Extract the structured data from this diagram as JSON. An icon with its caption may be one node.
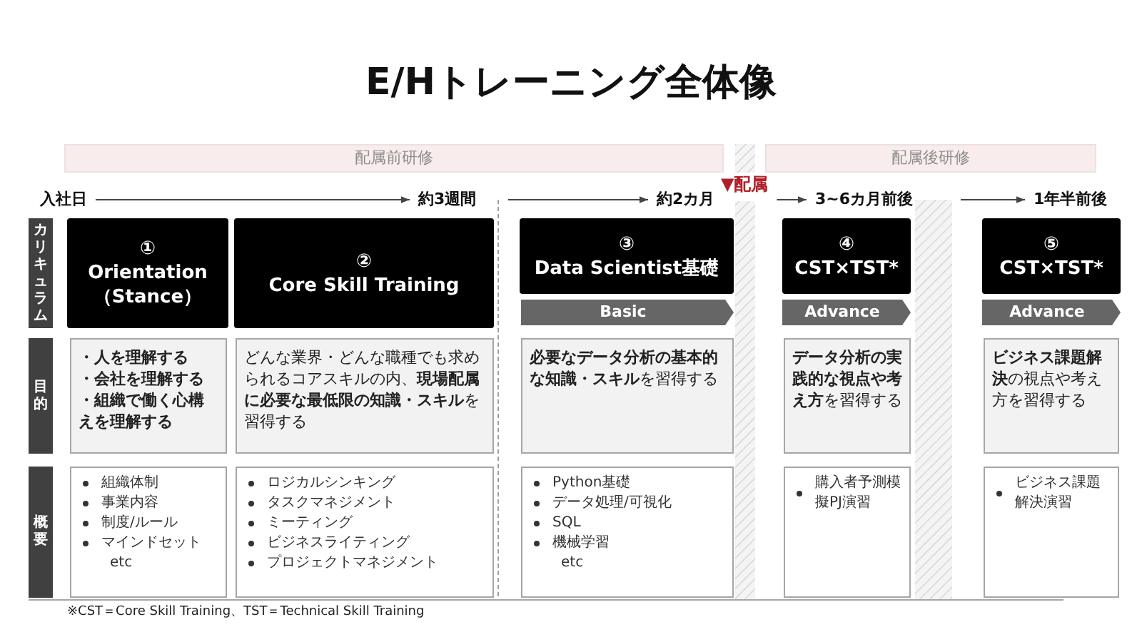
{
  "diagram": {
    "title": "E/Hトレーニング全体像",
    "nodes": [
      {
        "text": [
          "配属前研修"
        ]
      },
      {
        "text": [
          "配属後研修"
        ]
      },
      {
        "text": [
          "入社日"
        ]
      },
      {
        "text": [
          "約3週間"
        ]
      },
      {
        "text": [
          "約2カ月"
        ]
      },
      {
        "text": [
          "3~6カ月前後"
        ]
      },
      {
        "text": [
          "1年半前後"
        ]
      },
      {
        "text": [
          "カリキュラム"
        ]
      },
      {
        "text": [
          "①",
          "Orientation（Stance）"
        ]
      },
      {
        "text": [
          "②",
          "Core Skill Training"
        ]
      },
      {
        "text": [
          "③",
          "Data Scientist基礎"
        ]
      },
      {
        "text": [
          "④",
          "CST×TST*"
        ]
      },
      {
        "text": [
          "⑤",
          "CST×TST*"
        ]
      },
      {
        "text": [
          "Basic"
        ]
      },
      {
        "text": [
          "Advance"
        ]
      },
      {
        "text": [
          "Advance"
        ]
      },
      {
        "text": [
          "目的"
        ]
      },
      {
        "text": [
          "・人を理解する",
          "・会社を理解する",
          "・組織で働く心構えを理解する"
        ]
      },
      {
        "text": [
          "どんな業界・どんな職種でも求められるコアスキルの内、**現場配属に必要な最低限の知識・スキル**を習得する"
        ]
      },
      {
        "text": [
          "**必要なデータ分析の基本的な知識・スキル**を習得する"
        ]
      },
      {
        "text": [
          "**データ分析の実践的な視点や考え方**を習得する"
        ]
      },
      {
        "text": [
          "**ビジネス課題解決**の視点や考え方を習得する"
        ]
      },
      {
        "text": [
          "概要"
        ]
      },
      {
        "text": [
          "組織体制",
          "事業内容",
          "制度/ルール",
          "マインドセット",
          "etc"
        ]
      },
      {
        "text": [
          "ロジカルシンキング",
          "タスクマネジメント",
          "ミーティング",
          "ビジネスライティング",
          "プロジェクトマネジメント"
        ]
      },
      {
        "text": [
          "Python基礎",
          "データ処理/可視化",
          "SQL",
          "機械学習",
          "etc"
        ]
      },
      {
        "text": [
          "購入者予測模擬PJ演習"
        ]
      },
      {
        "text": [
          "ビジネス課題解決演習"
        ]
      },
      {
        "text": [],
        "shape": "bar"
      },
      {
        "text": [],
        "shape": "bar"
      },
      {
        "text": [
          "▼配属"
        ]
      }
    ],
    "edges": [
      {
        "from": 2,
        "to": 3,
        "arrow": "to"
      },
      {
        "from": null,
        "to": 4,
        "arrow": "to"
      },
      {
        "from": 30,
        "to": 5,
        "arrow": "to"
      },
      {
        "from": 29,
        "to": 6,
        "arrow": "to"
      }
    ],
    "labels": [
      "※CST＝Core Skill Training、TST＝Technical Skill Training"
    ]
  }
}
